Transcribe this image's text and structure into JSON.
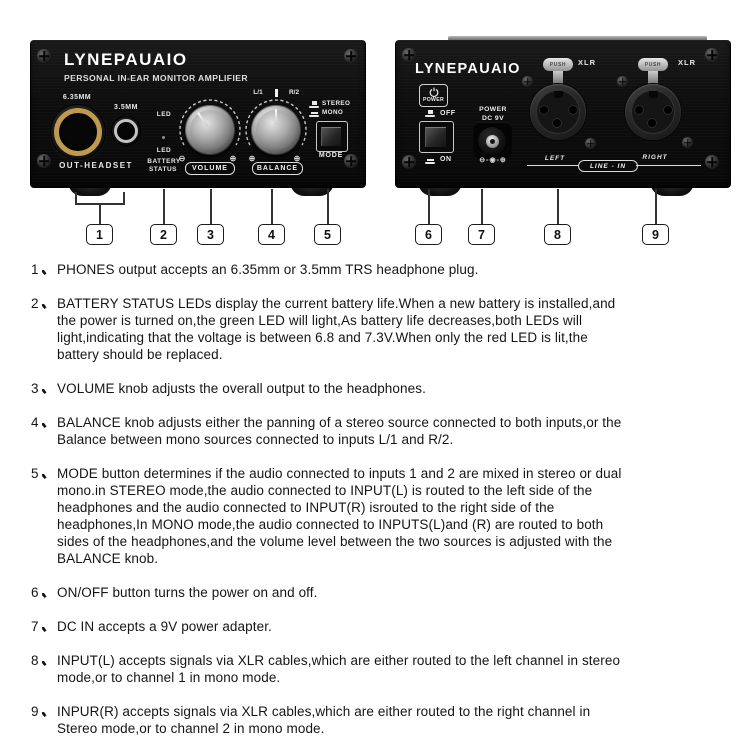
{
  "front_panel": {
    "brand": "LYNEPAUAIO",
    "subtitle": "PERSONAL IN-EAR MONITOR AMPLIFIER",
    "jack_635_label": "6.35MM",
    "jack_35_label": "3.5MM",
    "out_label": "OUT-HEADSET",
    "led_label": "LED",
    "battery_line1": "BATTERY",
    "battery_line2": "STATUS",
    "volume_label": "VOLUME",
    "volume_min": "⊖",
    "volume_max": "⊕",
    "balance_label": "BALANCE",
    "balance_left": "L/1",
    "balance_right": "R/2",
    "balance_min": "⊕",
    "balance_max": "⊕",
    "stereo_label": "STEREO",
    "mono_label": "MONO",
    "mode_label": "MODE"
  },
  "back_panel": {
    "brand": "LYNEPAUAIO",
    "power_label": "POWER",
    "off_label": "OFF",
    "on_label": "ON",
    "dc_line1": "POWER",
    "dc_line2": "DC 9V",
    "polarity": "⊖-◉-⊕",
    "push_label": "PUSH",
    "xlr_label": "XLR",
    "left_label": "LEFT",
    "right_label": "RIGHT",
    "line_in_label": "LINE - IN"
  },
  "callouts": [
    "1",
    "2",
    "3",
    "4",
    "5",
    "6",
    "7",
    "8",
    "9"
  ],
  "descriptions": [
    {
      "num": "1",
      "text": "PHONES output accepts an 6.35mm or 3.5mm TRS headphone plug."
    },
    {
      "num": "2",
      "text": "BATTERY STATUS LEDs display the current battery life.When a new battery is installed,and\nthe power is turned on,the green LED will light,As battery life decreases,both LEDs will\nlight,indicating that the voltage is between 6.8 and 7.3V.When only the red LED is lit,the\nbattery should be replaced."
    },
    {
      "num": "3",
      "text": "VOLUME knob adjusts the overall output to the headphones."
    },
    {
      "num": "4",
      "text": "BALANCE knob adjusts either the panning of a stereo source connected to both inputs,or the\nBalance between mono sources connected to inputs L/1 and R/2."
    },
    {
      "num": "5",
      "text": "MODE button determines if the audio connected to inputs 1 and 2 are mixed in stereo or dual\nmono.in STEREO mode,the audio connected to INPUT(L) is routed to the left side of the\nheadphones and the audio connected to INPUT(R) isrouted to the right side of the\nheadphones,In MONO mode,the audio connected to INPUTS(L)and (R) are routed to both\nsides of the headphones,and the volume level between the two sources is adjusted with the\nBALANCE knob."
    },
    {
      "num": "6",
      "text": "ON/OFF button turns the power on and off."
    },
    {
      "num": "7",
      "text": "DC IN accepts a 9V power adapter."
    },
    {
      "num": "8",
      "text": "INPUT(L) accepts signals via XLR cables,which are either routed to the left channel in stereo\nmode,or to channel 1 in mono mode."
    },
    {
      "num": "9",
      "text": "INPUR(R) accepts signals via XLR cables,which are either routed to the right channel in\nStereo mode,or to channel 2 in mono mode."
    }
  ],
  "colors": {
    "panel_black": "#0e0e0e",
    "gold_ring": "#bd9a4e",
    "silver_ring": "#c4c4c4",
    "panel_text": "#e9e9e9",
    "body_text": "#151515",
    "callout_border": "#1c1c1c"
  }
}
